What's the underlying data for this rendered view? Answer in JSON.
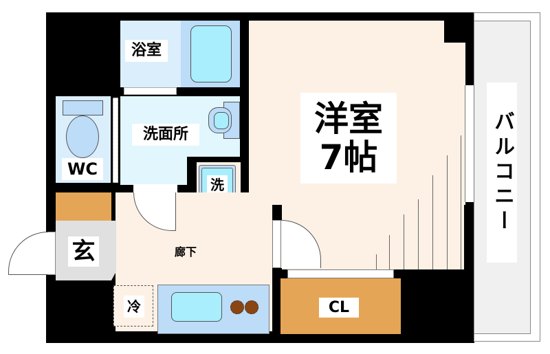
{
  "floorplan": {
    "rooms": {
      "western_room": {
        "name": "洋室",
        "size": "7帖"
      },
      "bathroom": {
        "name": "浴室"
      },
      "washroom": {
        "name": "洗面所"
      },
      "toilet": {
        "name": "WC"
      },
      "washer": {
        "name": "洗"
      },
      "entrance": {
        "name": "玄"
      },
      "hallway": {
        "name": "廊下"
      },
      "fridge": {
        "name": "冷"
      },
      "closet": {
        "name": "CL"
      },
      "balcony": {
        "name": "バルコニー"
      }
    },
    "colors": {
      "wall": "#000000",
      "western_room_floor": "#fdf1e6",
      "wet_area_floor": "#e1f6fd",
      "bath_floor": "#d6ecfb",
      "fixture_blue": "#bcdcf8",
      "fixture_cyan": "#a8eefc",
      "storage_orange": "#e5a556",
      "entrance_gray": "#e0e0e0",
      "balcony_gray": "#f0f0f0",
      "stove_brown": "#8b4513"
    }
  }
}
